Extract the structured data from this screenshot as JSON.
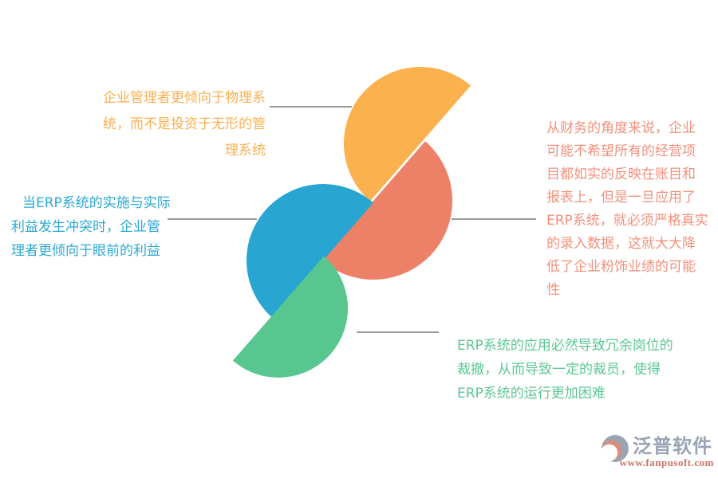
{
  "diagram": {
    "discs": {
      "orange": "#FBB14D",
      "salmon": "#ED8168",
      "blue": "#28A5D0",
      "green": "#58C68F"
    },
    "connector_color": "#7A7A7A"
  },
  "annotations": {
    "top_left": {
      "color": "#F9B152",
      "lines": [
        "企业管理者更倾向于物理系",
        "统，而不是投资于无形的管",
        "理系统"
      ]
    },
    "left": {
      "color": "#2CA9D4",
      "lines": [
        "当ERP系统的实施与实际",
        "利益发生冲突时，企业管",
        "理者更倾向于眼前的利益"
      ]
    },
    "right": {
      "color": "#F2917C",
      "lines": [
        "从财务的角度来说，企业",
        "可能不希望所有的经营项",
        "目都如实的反映在账目和",
        "报表上，但是一旦应用了",
        "ERP系统，就必须严格真实",
        "的录入数据，这就大大降",
        "低了企业粉饰业绩的可能",
        "性"
      ]
    },
    "bottom": {
      "color": "#5CC893",
      "lines": [
        "ERP系统的应用必然导致冗余岗位的",
        "裁撤，从而导致一定的裁员，使得",
        "ERP系统的运行更加困难"
      ]
    }
  },
  "logo": {
    "name": "泛普软件",
    "url": "www.fanpusoft.com",
    "name_color": "#9AA4B5",
    "url_color": "#CB7362",
    "icon": {
      "base": "#9AA4B5",
      "accent": "#D4907F"
    }
  }
}
